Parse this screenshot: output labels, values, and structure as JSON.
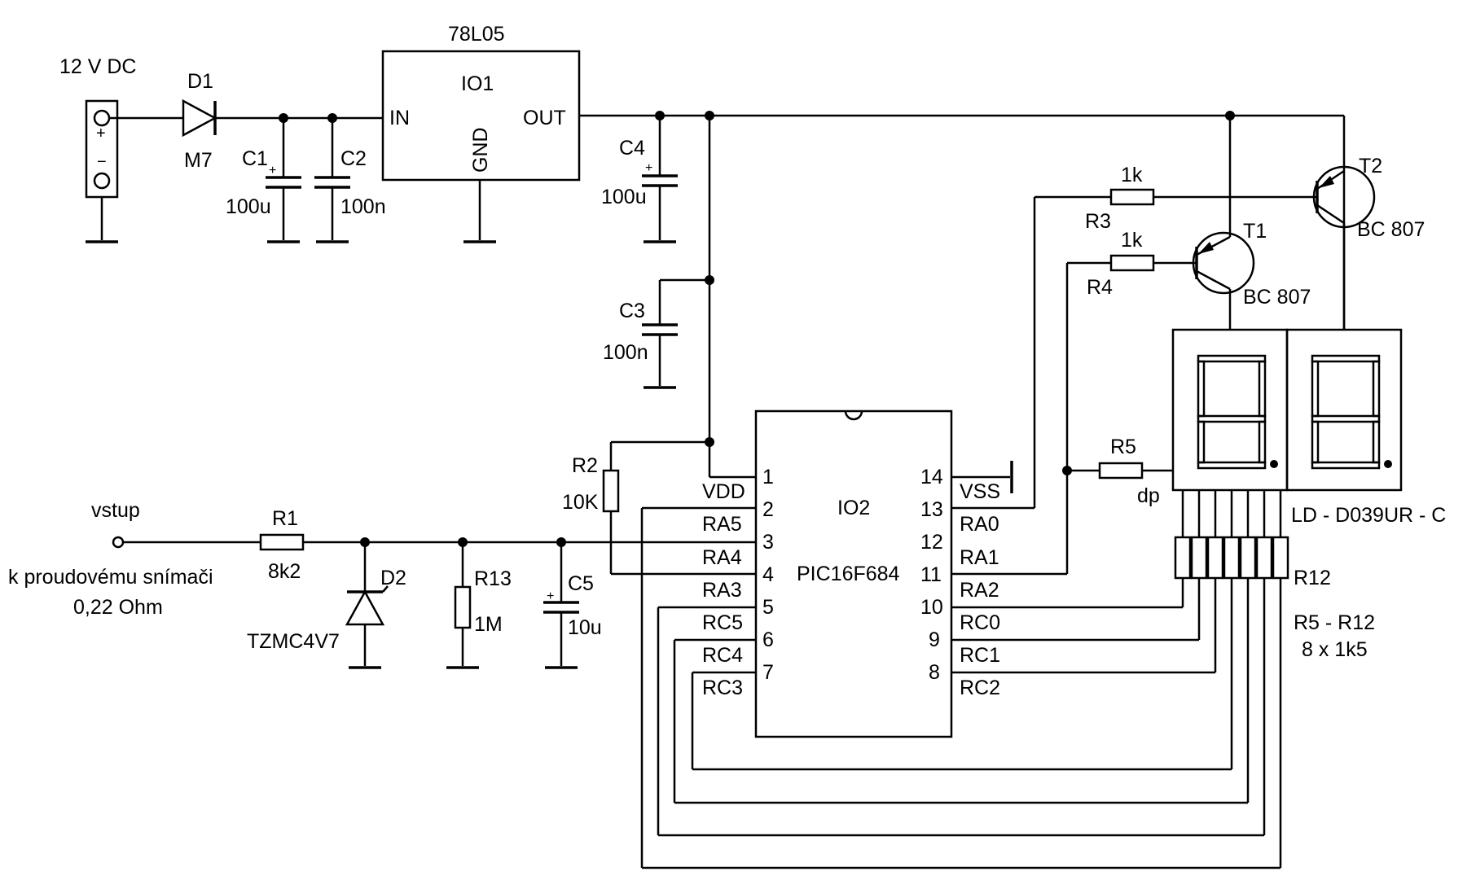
{
  "power": {
    "input_label": "12 V DC",
    "plus": "+",
    "minus": "−",
    "d1_ref": "D1",
    "d1_value": "M7",
    "c1_ref": "C1",
    "c1_value": "100u",
    "c2_ref": "C2",
    "c2_value": "100n",
    "regulator_part": "78L05",
    "regulator_ref": "IO1",
    "reg_in": "IN",
    "reg_out": "OUT",
    "reg_gnd": "GND",
    "c4_ref": "C4",
    "c4_value": "100u",
    "c3_ref": "C3",
    "c3_value": "100n",
    "cap_plus": "+"
  },
  "input": {
    "label": "vstup",
    "note_line1": "k proudovému snímači",
    "note_line2": "0,22 Ohm",
    "r1_ref": "R1",
    "r1_value": "8k2",
    "d2_ref": "D2",
    "d2_value": "TZMC4V7",
    "r13_ref": "R13",
    "r13_value": "1M",
    "c5_ref": "C5",
    "c5_value": "10u",
    "r2_ref": "R2",
    "r2_value": "10K"
  },
  "mcu": {
    "ref": "IO2",
    "part": "PIC16F684",
    "left_pins": [
      {
        "num": "1",
        "name": ""
      },
      {
        "num": "2",
        "name": "VDD"
      },
      {
        "num": "3",
        "name": "RA5"
      },
      {
        "num": "4",
        "name": "RA4"
      },
      {
        "num": "5",
        "name": "RA3"
      },
      {
        "num": "6",
        "name": "RC5"
      },
      {
        "num": "7",
        "name": "RC4"
      },
      {
        "num": "",
        "name": "RC3"
      }
    ],
    "right_pins": [
      {
        "num": "14",
        "name": ""
      },
      {
        "num": "13",
        "name": "VSS"
      },
      {
        "num": "12",
        "name": "RA0"
      },
      {
        "num": "11",
        "name": "RA1"
      },
      {
        "num": "10",
        "name": "RA2"
      },
      {
        "num": "9",
        "name": "RC0"
      },
      {
        "num": "8",
        "name": "RC1"
      },
      {
        "num": "",
        "name": "RC2"
      }
    ]
  },
  "display": {
    "t1_ref": "T1",
    "t1_value": "BC 807",
    "t2_ref": "T2",
    "t2_value": "BC 807",
    "r3_ref": "R3",
    "r3_value": "1k",
    "r4_ref": "R4",
    "r4_value": "1k",
    "r5_ref": "R5",
    "dp_label": "dp",
    "display_part": "LD - D039UR - C",
    "r12_ref": "R12",
    "rnet_ref": "R5 - R12",
    "rnet_value": "8 x 1k5"
  }
}
